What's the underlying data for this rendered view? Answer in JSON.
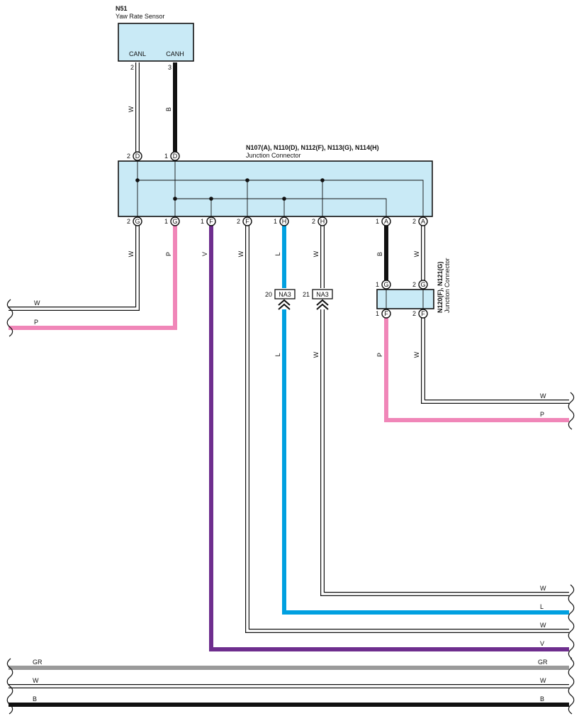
{
  "colors": {
    "W": "#ffffff",
    "B": "#111111",
    "P": "#f086b8",
    "V": "#6e2e8e",
    "L": "#00a0e0",
    "GR": "#9a9a9a",
    "connector_fill": "#c9eaf6"
  },
  "components": {
    "yaw_sensor": {
      "id": "N51",
      "name": "Yaw Rate Sensor",
      "pin_canl": "CANL",
      "pin_canh": "CANH",
      "pin_canl_num": "2",
      "pin_canh_num": "3"
    },
    "junction_main": {
      "ids": "N107(A), N110(D), N112(F), N113(G), N114(H)",
      "name": "Junction Connector",
      "top_pins": [
        {
          "num": "2",
          "letter": "D"
        },
        {
          "num": "1",
          "letter": "D"
        }
      ],
      "bottom_pins": [
        {
          "num": "2",
          "letter": "G"
        },
        {
          "num": "1",
          "letter": "G"
        },
        {
          "num": "1",
          "letter": "F"
        },
        {
          "num": "2",
          "letter": "F"
        },
        {
          "num": "1",
          "letter": "H"
        },
        {
          "num": "2",
          "letter": "H"
        },
        {
          "num": "1",
          "letter": "A"
        },
        {
          "num": "2",
          "letter": "A"
        }
      ]
    },
    "junction_small": {
      "ids": "N120(F), N121(G)",
      "name": "Junction Connector",
      "top_pins": [
        {
          "num": "1",
          "letter": "G"
        },
        {
          "num": "2",
          "letter": "G"
        }
      ],
      "bottom_pins": [
        {
          "num": "1",
          "letter": "F"
        },
        {
          "num": "2",
          "letter": "F"
        }
      ]
    },
    "na3_connectors": [
      {
        "num": "20",
        "label": "NA3"
      },
      {
        "num": "21",
        "label": "NA3"
      }
    ]
  },
  "wire_labels": {
    "sensor_canl": "W",
    "sensor_canh": "B",
    "g2": "W",
    "g1": "P",
    "f1": "V",
    "f2": "W",
    "h1_upper": "L",
    "h2_upper": "W",
    "a1": "B",
    "a2": "W",
    "h1_lower": "L",
    "h2_lower": "W",
    "small_f1": "P",
    "small_f2": "W"
  },
  "edge_wires": {
    "left_w": "W",
    "left_p": "P",
    "right_small_w": "W",
    "right_small_p": "P",
    "right_h2": "W",
    "right_h1": "L",
    "right_f2": "W",
    "right_f1": "V",
    "bus_gr": "GR",
    "bus_w": "W",
    "bus_b": "B"
  }
}
